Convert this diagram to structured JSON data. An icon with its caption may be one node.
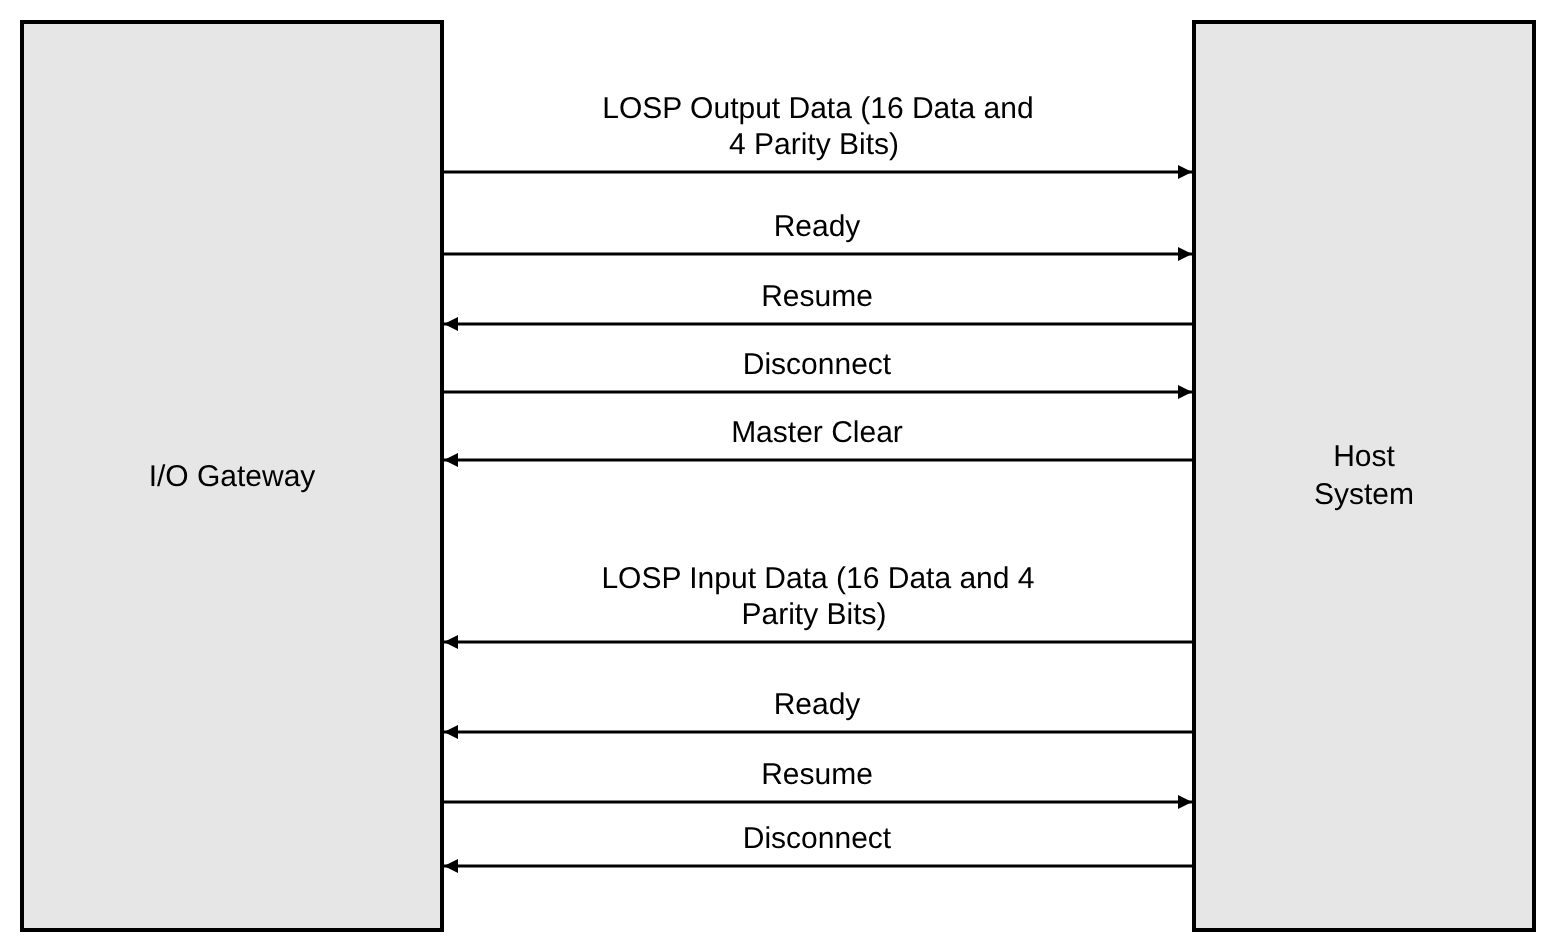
{
  "diagram": {
    "nodes": [
      {
        "text": [
          "I/O Gateway"
        ]
      },
      {
        "text": [
          "Host System"
        ]
      }
    ],
    "edges": [
      {
        "from": 0,
        "to": 1,
        "arrow": "to",
        "label": "LOSP Output Data (16 Data and 4 Parity Bits)"
      },
      {
        "from": 0,
        "to": 1,
        "arrow": "to",
        "label": "Ready"
      },
      {
        "from": 1,
        "to": 0,
        "arrow": "to",
        "label": "Resume"
      },
      {
        "from": 0,
        "to": 1,
        "arrow": "to",
        "label": "Disconnect"
      },
      {
        "from": 1,
        "to": 0,
        "arrow": "to",
        "label": "Master Clear"
      },
      {
        "from": 1,
        "to": 0,
        "arrow": "to",
        "label": "LOSP Input Data (16 Data and 4 Parity Bits)"
      },
      {
        "from": 1,
        "to": 0,
        "arrow": "to",
        "label": "Ready"
      },
      {
        "from": 0,
        "to": 1,
        "arrow": "to",
        "label": "Resume"
      },
      {
        "from": 1,
        "to": 0,
        "arrow": "to",
        "label": "Disconnect"
      }
    ]
  }
}
